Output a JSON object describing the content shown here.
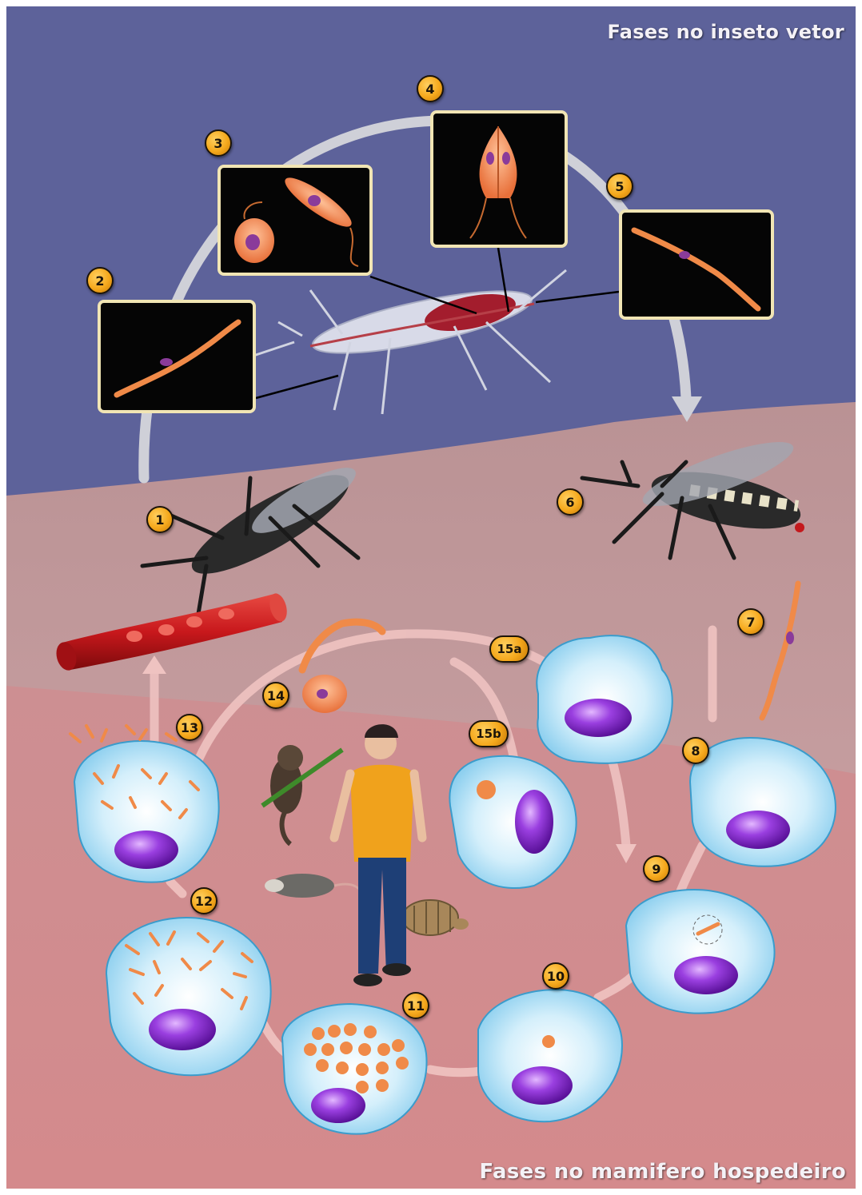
{
  "titles": {
    "vector": "Fases no inseto vetor",
    "host": "Fases no mamifero hospedeiro"
  },
  "stage_labels": [
    "1",
    "2",
    "3",
    "4",
    "5",
    "6",
    "7",
    "8",
    "9",
    "10",
    "11",
    "12",
    "13",
    "14",
    "15a",
    "15b"
  ],
  "colors": {
    "vector_background": "#5d629a",
    "skin": "#c79a9a",
    "tissue": "#cf8a8c",
    "badge": "#f5a81c",
    "cell_cytoplasm": "#bfe6f7",
    "cell_nucleus": "#8a2fd6",
    "parasite": "#f08a48",
    "blood_vessel": "#c8181c"
  },
  "icons": {
    "insect": "triatomine-bug-icon",
    "vessel": "blood-vessel-icon",
    "cell": "host-cell-icon",
    "parasite": "trypanosome-icon",
    "hosts": [
      "human-icon",
      "marmoset-icon",
      "opossum-icon",
      "armadillo-icon"
    ]
  }
}
